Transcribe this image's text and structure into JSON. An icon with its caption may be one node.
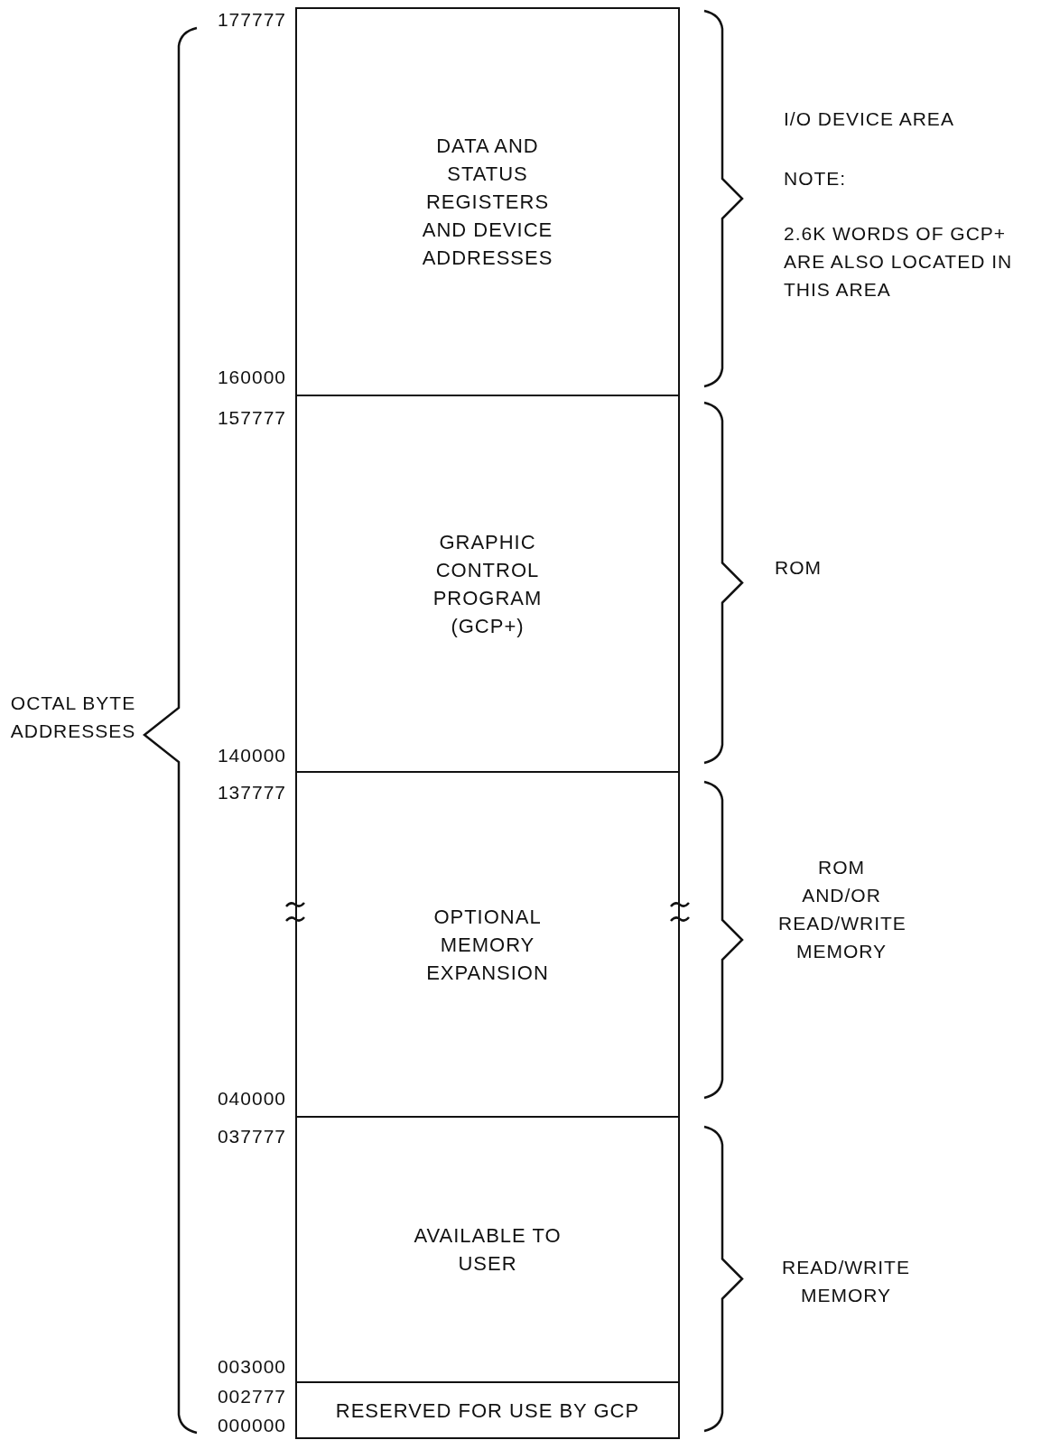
{
  "diagram": {
    "nodes": [
      {
        "text": [
          "DATA AND STATUS REGISTERS AND DEVICE ADDRESSES"
        ]
      },
      {
        "text": [
          "GRAPHIC CONTROL PROGRAM (GCP+)"
        ]
      },
      {
        "text": [
          "OPTIONAL MEMORY EXPANSION"
        ]
      },
      {
        "text": [
          "AVAILABLE TO USER"
        ]
      },
      {
        "text": [
          "RESERVED FOR USE BY GCP"
        ]
      }
    ],
    "labels": [
      "177777",
      "I/O DEVICE AREA",
      "NOTE:",
      "2.6K WORDS OF GCP+ ARE ALSO LOCATED IN THIS AREA",
      "160000",
      "157777",
      "ROM",
      "OCTAL BYTE ADDRESSES",
      "140000",
      "137777",
      "ROM AND/OR READ/WRITE MEMORY",
      "040000",
      "037777",
      "READ/WRITE MEMORY",
      "003000",
      "002777",
      "000000"
    ]
  }
}
